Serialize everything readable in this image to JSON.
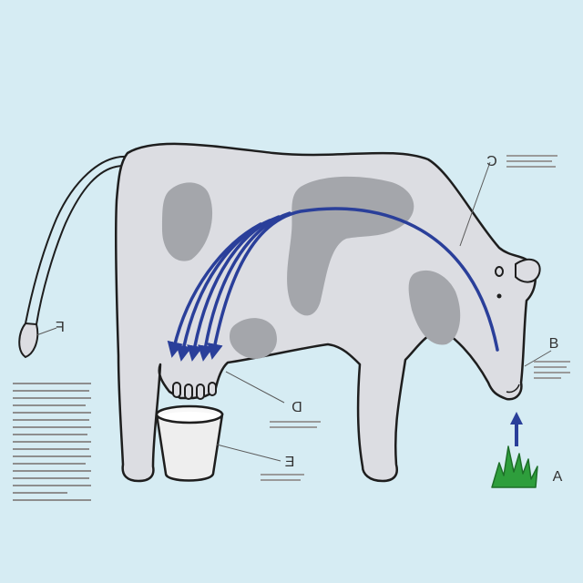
{
  "colors": {
    "background": "#d6ecf3",
    "cow_body": "#dcdde2",
    "cow_spots": "#a4a6ab",
    "outline": "#1e1e1e",
    "flow_arrows": "#2a3f9a",
    "grass": "#2e9e3c",
    "bucket": "#eeeeee"
  },
  "labels": {
    "a": "A",
    "b": "B",
    "c": "C",
    "d": "D",
    "e": "E",
    "f": "F"
  },
  "icons": [
    "cow-figure",
    "milk-bucket-icon",
    "grass-icon",
    "up-arrow-icon",
    "milk-flow-arrows"
  ]
}
